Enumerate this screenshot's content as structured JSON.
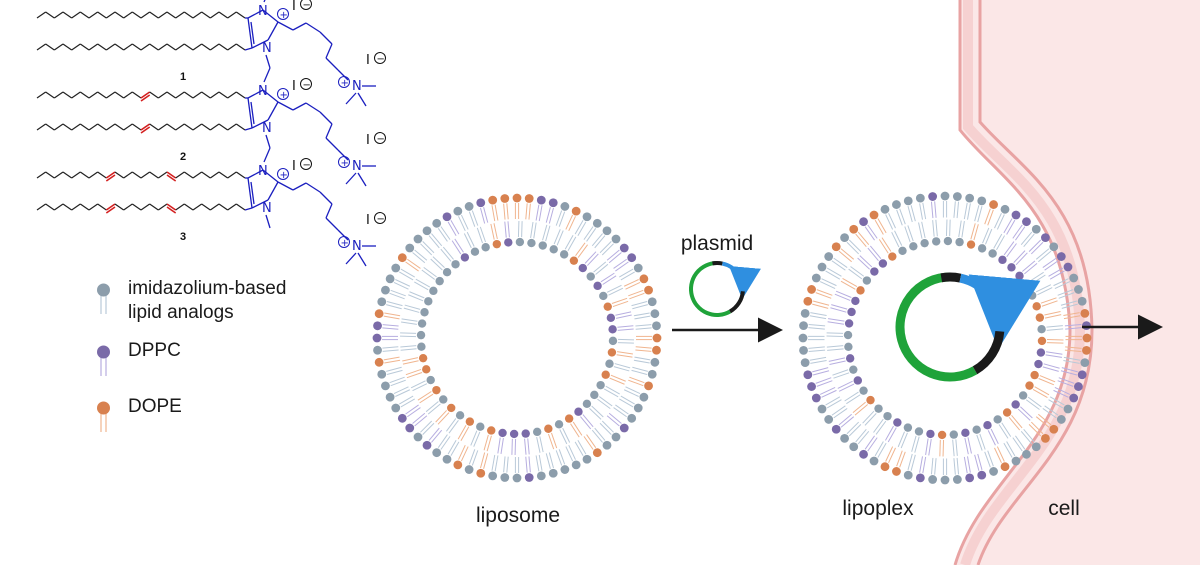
{
  "molecules": [
    {
      "number": "1",
      "cation_n_label": "N",
      "anion": "I",
      "charge_plus": "+",
      "charge_minus": "−",
      "unsaturation": "none"
    },
    {
      "number": "2",
      "cation_n_label": "N",
      "anion": "I",
      "charge_plus": "+",
      "charge_minus": "−",
      "unsaturation": "mono"
    },
    {
      "number": "3",
      "cation_n_label": "N",
      "anion": "I",
      "charge_plus": "+",
      "charge_minus": "−",
      "unsaturation": "di"
    }
  ],
  "legend": {
    "items": [
      {
        "label_line1": "imidazolium-based",
        "label_line2": "lipid analogs",
        "color": "#8c9dab"
      },
      {
        "label_line1": "DPPC",
        "label_line2": "",
        "color": "#7a6aa8"
      },
      {
        "label_line1": "DOPE",
        "label_line2": "",
        "color": "#d8814f"
      }
    ]
  },
  "labels": {
    "liposome": "liposome",
    "plasmid": "plasmid",
    "lipoplex": "lipoplex",
    "cell": "cell"
  },
  "colors": {
    "chem_bond": "#1b1fbf",
    "double_bond": "#d42020",
    "plasmid_green": "#1fa33a",
    "plasmid_blue": "#2f8fe0",
    "plasmid_black": "#1a1a1a",
    "membrane_fill": "#f7d2d2",
    "membrane_line": "#e8a3a3"
  }
}
